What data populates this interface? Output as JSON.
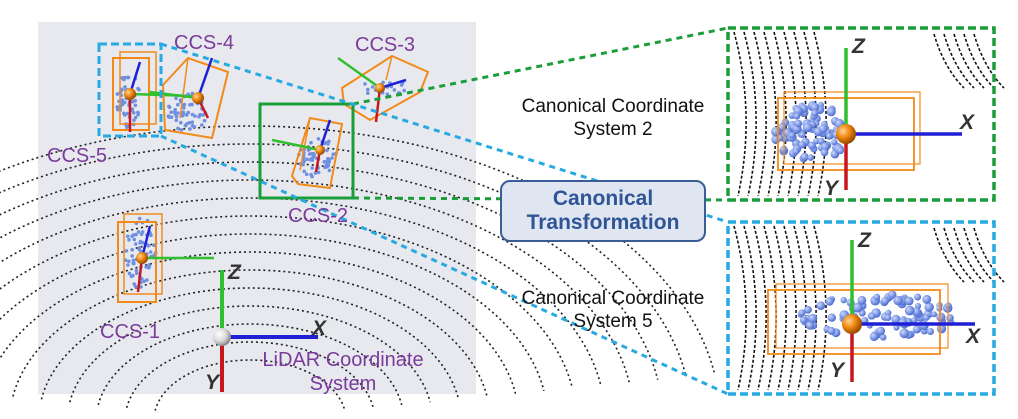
{
  "labels": {
    "ccs_1": "CCS-1",
    "ccs_2": "CCS-2",
    "ccs_3": "CCS-3",
    "ccs_4": "CCS-4",
    "ccs_5": "CCS-5",
    "lidar_line1": "LiDAR Coordinate",
    "lidar_line2": "System",
    "transform_line1": "Canonical",
    "transform_line2": "Transformation",
    "canon2_line1": "Canonical Coordinate",
    "canon2_line2": "System 2",
    "canon5_line1": "Canonical Coordinate",
    "canon5_line2": "System 5"
  },
  "axes": {
    "x": "X",
    "y": "Y",
    "z": "Z"
  },
  "colors": {
    "x_axis": "#1f1fd6",
    "y_axis": "#c8161d",
    "z_axis": "#2fbf2f",
    "bbox": "#f28a1a",
    "points": "#6f8fe0",
    "highlight_green": "#1a9e3a",
    "highlight_cyan": "#27a9e1",
    "lidar_bg": "#e7e9ef"
  }
}
